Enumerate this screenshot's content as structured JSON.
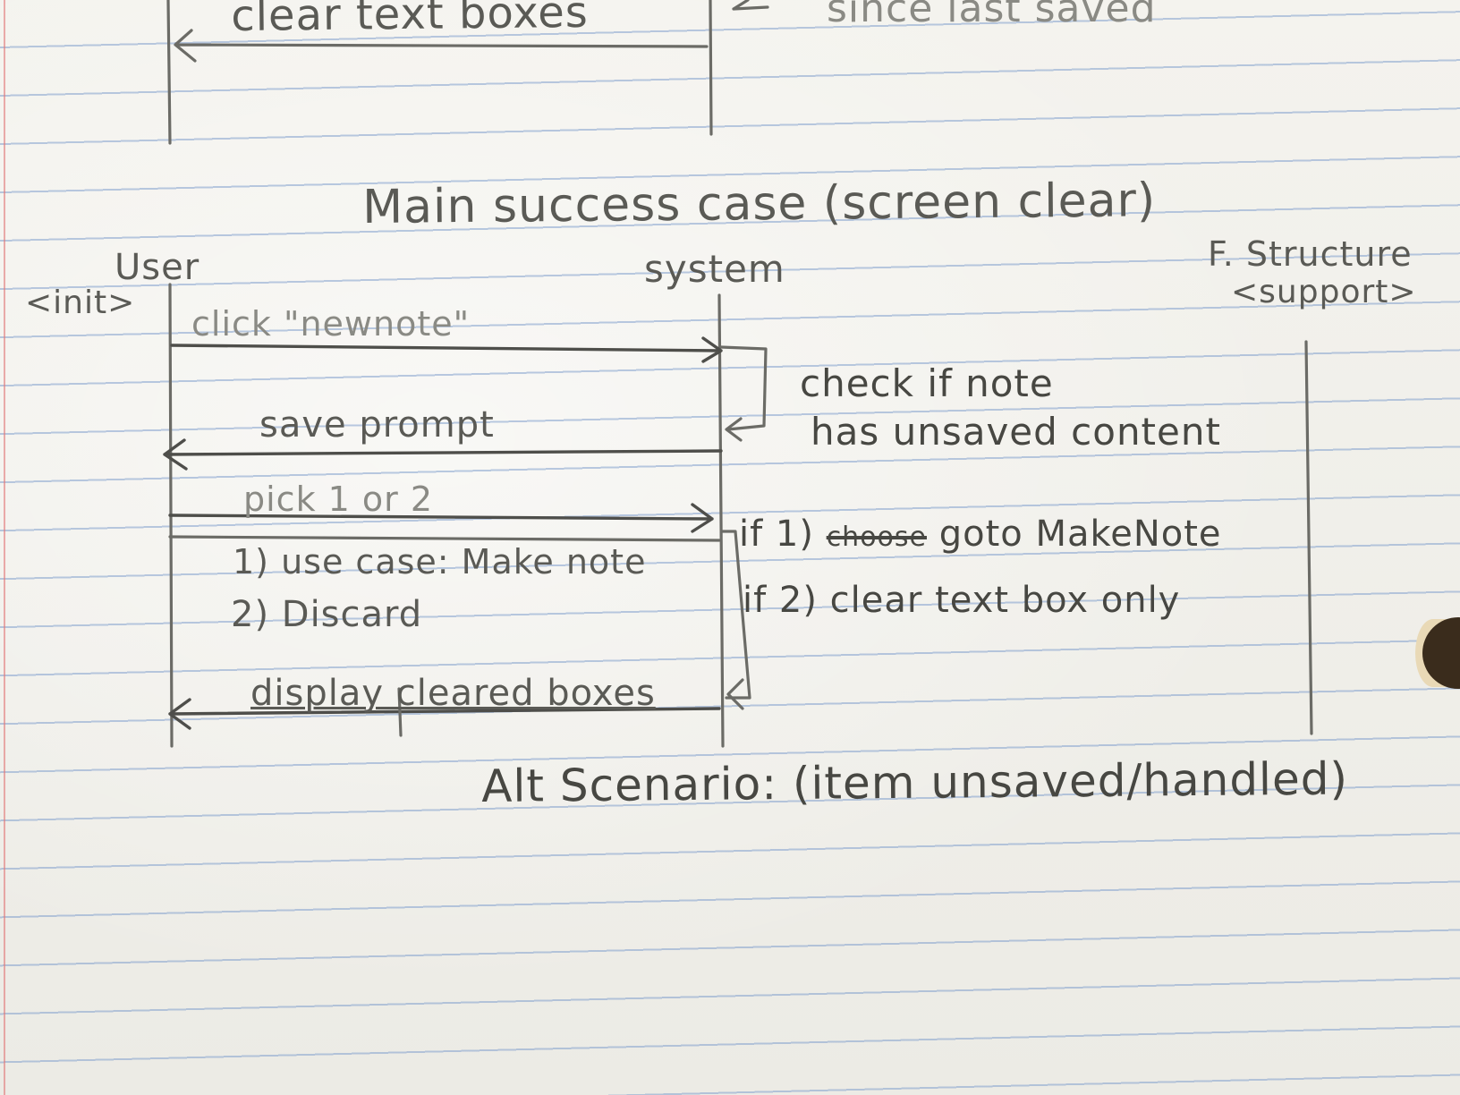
{
  "diagram": {
    "previous": {
      "arrow_label": "clear text boxes",
      "note": "since last saved"
    },
    "title": "Main success case (screen clear)",
    "lifelines": {
      "user": "User",
      "user_stereotype": "<init>",
      "system": "system",
      "structure": "F. Structure",
      "structure_stereotype": "<support>"
    },
    "messages": [
      {
        "label": "click \"newnote\""
      },
      {
        "label": "save prompt"
      },
      {
        "label": "pick 1 or 2"
      },
      {
        "label": "display cleared boxes"
      }
    ],
    "options": [
      "1) use case: Make note",
      "2) Discard"
    ],
    "system_notes": {
      "check_line1": "check if note",
      "check_line2": "has unsaved content",
      "if1_prefix": "if 1)",
      "if1_struck": "choose",
      "if1_rest": "goto MakeNote",
      "if2": "if 2) clear text box only"
    },
    "footer": "Alt Scenario: (item unsaved/handled)"
  }
}
